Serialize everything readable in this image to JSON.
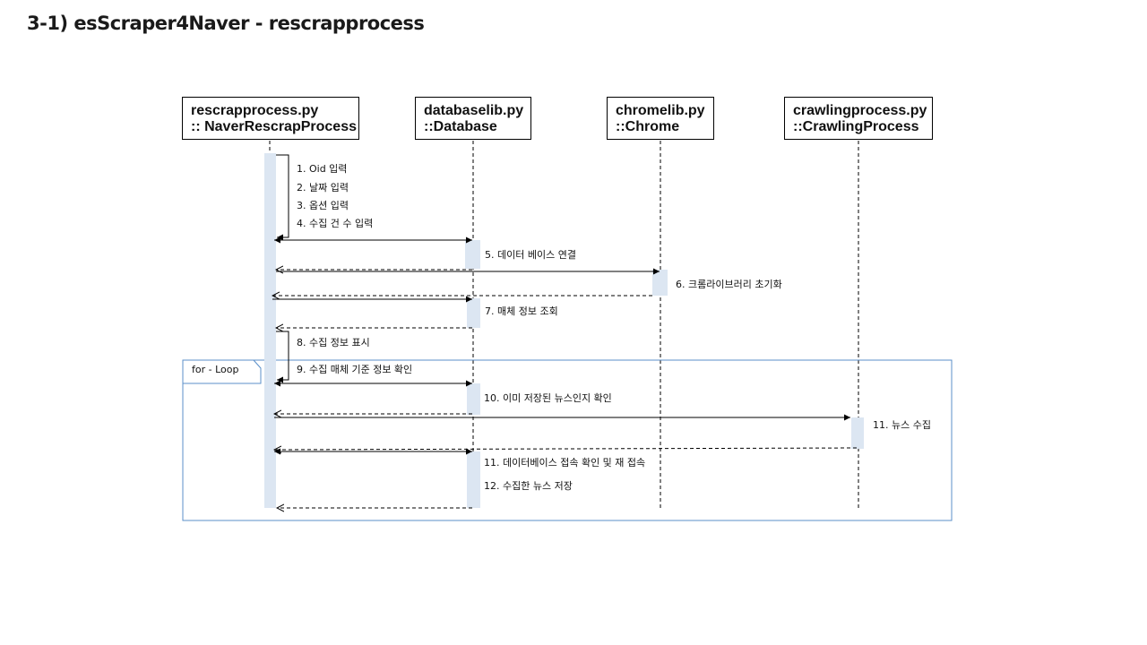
{
  "title": "3-1) esScraper4Naver - rescrapprocess",
  "participants": [
    {
      "line1": "rescrapprocess.py",
      "line2": ":: NaverRescrapProcess"
    },
    {
      "line1": "databaselib.py",
      "line2": "::Database"
    },
    {
      "line1": "chromelib.py",
      "line2": "::Chrome"
    },
    {
      "line1": "crawlingprocess.py",
      "line2": "::CrawlingProcess"
    }
  ],
  "loop_label": "for - Loop",
  "messages": [
    "1. Oid 입력",
    "2. 날짜 입력",
    "3. 옵션 입력",
    "4. 수집 건 수 입력",
    "5. 데이터 베이스 연결",
    "6. 크롬라이브러리 초기화",
    "7. 매체 정보 조회",
    "8. 수집 정보 표시",
    "9. 수집 매체 기준 정보 확인",
    "10. 이미 저장된 뉴스인지 확인",
    "11. 뉴스 수집",
    "11. 데이터베이스 접속 확인 및 재 접속",
    "12. 수집한 뉴스 저장"
  ],
  "colors": {
    "activation": "#dce6f2",
    "loop_frame": "#5b8fc9",
    "line": "#000000"
  }
}
